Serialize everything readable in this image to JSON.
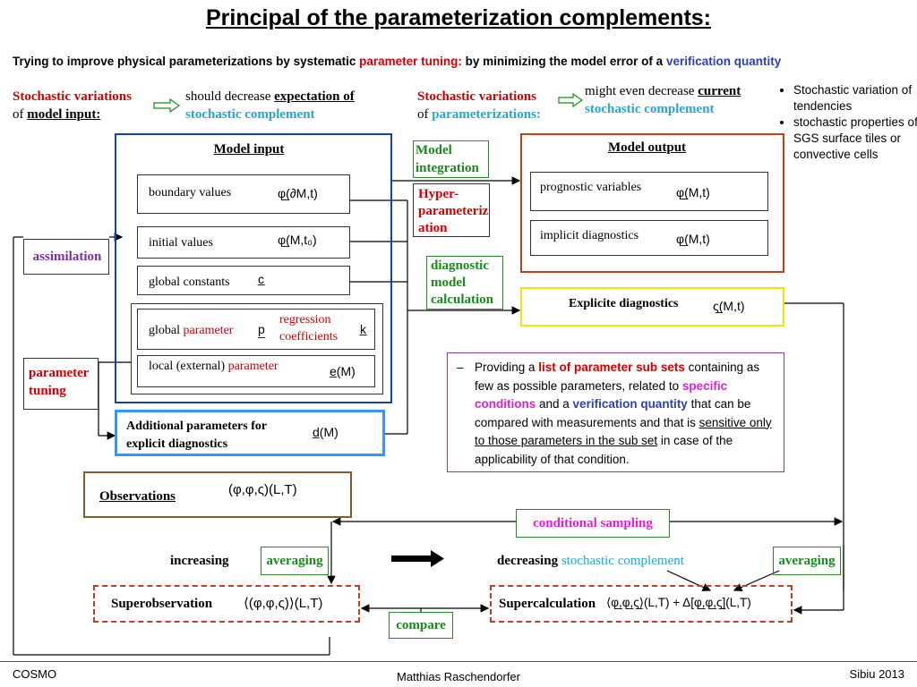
{
  "title": "Principal of the parameterization complements:",
  "subtitle": {
    "part1": "Trying to improve physical parameterizations by systematic ",
    "part2": "parameter tuning:",
    "part3": "  by minimizing the model error of a ",
    "part4": "verification quantity"
  },
  "left_header": {
    "l1": "Stochastic variations",
    "l2_prefix": "of ",
    "l2_emph": "model input:",
    "r1_prefix": "should decrease ",
    "r1_emph": "expectation of",
    "r2": "stochastic complement"
  },
  "mid_header": {
    "l1": "Stochastic variations",
    "l2_prefix": "of ",
    "l2_emph": "parameterizations:",
    "r1_prefix": "might even decrease ",
    "r1_emph": "current",
    "r2": "stochastic complement"
  },
  "bullets": [
    "Stochastic variation of tendencies",
    "stochastic properties of  SGS surface tiles or convective cells"
  ],
  "model_input": {
    "title": "Model input",
    "boundary_label": "boundary values",
    "boundary_math": "φ̲(∂M,t)",
    "initial_label": "initial values",
    "initial_math": "φ̲(M,t₀)",
    "constants_label": "global constants",
    "constants_math": "c̲",
    "global_param_prefix": "global ",
    "global_param_emph": "parameter",
    "global_param_math": "p̲",
    "regression": "regression coefficients",
    "regression_math": "k̲",
    "local_prefix": "local (external) ",
    "local_emph": "parameter",
    "local_math": "e̲(M)"
  },
  "additional": {
    "text": "Additional parameters for explicit diagnostics",
    "math": "d̲(M)"
  },
  "labels": {
    "assimilation": "assimilation",
    "parameter_tuning": "parameter tuning",
    "model_integration": "Model integration",
    "hyper": "Hyper-parameterization",
    "diagnostic": "diagnostic model calculation"
  },
  "model_output": {
    "title": "Model output",
    "prognostic_label": "prognostic variables",
    "prognostic_math": "φ̲(M,t)",
    "implicit_label": "implicit diagnostics",
    "implicit_math": "φ̲(M,t)"
  },
  "explicit": {
    "label": "Explicite diagnostics",
    "math": "ς̲(M,t)"
  },
  "info": {
    "p1": "Providing a ",
    "p2": "list of parameter sub sets",
    "p3": " containing as few as possible parameters, related to ",
    "p4": "specific conditions",
    "p5": " and a ",
    "p6": "verification quantity",
    "p7": " that can be compared with measurements and that is ",
    "p8": "sensitive only to those parameters in the sub set",
    "p9": " in case of the applicability of that condition."
  },
  "observations": {
    "label": "Observations",
    "math": "(φ,φ,ς)(L,T)"
  },
  "conditional": "conditional sampling",
  "bottom": {
    "increasing": "increasing",
    "averaging": "averaging",
    "decreasing_prefix": "decreasin",
    "decreasing_g": "g",
    "decreasing_emph": " stochastic complement",
    "superobs": "Superobservation",
    "superobs_math": "⟨(φ,φ,ς)⟩(L,T)",
    "supercalc": "Supercalculation",
    "supercalc_math": "⟨φ̲,φ̲,ς̲⟩(L,T) + Δ[φ̲,φ̲,ς̲](L,T)",
    "compare": "compare"
  },
  "footer": {
    "left": "COSMO",
    "center": "Matthias Raschendorfer",
    "right": "Sibiu 2013"
  },
  "colors": {
    "model_input_border": "#1a3fa8",
    "model_output_border": "#c0401e",
    "explicit_border": "#f2e600",
    "additional_border": "#3399ee",
    "observations_border": "#8b5a2b",
    "dashed_border": "#c0401e",
    "info_border": "#7b3fa6",
    "green_border": "#2c8a2c",
    "conditional_border": "#2c8a2c"
  }
}
